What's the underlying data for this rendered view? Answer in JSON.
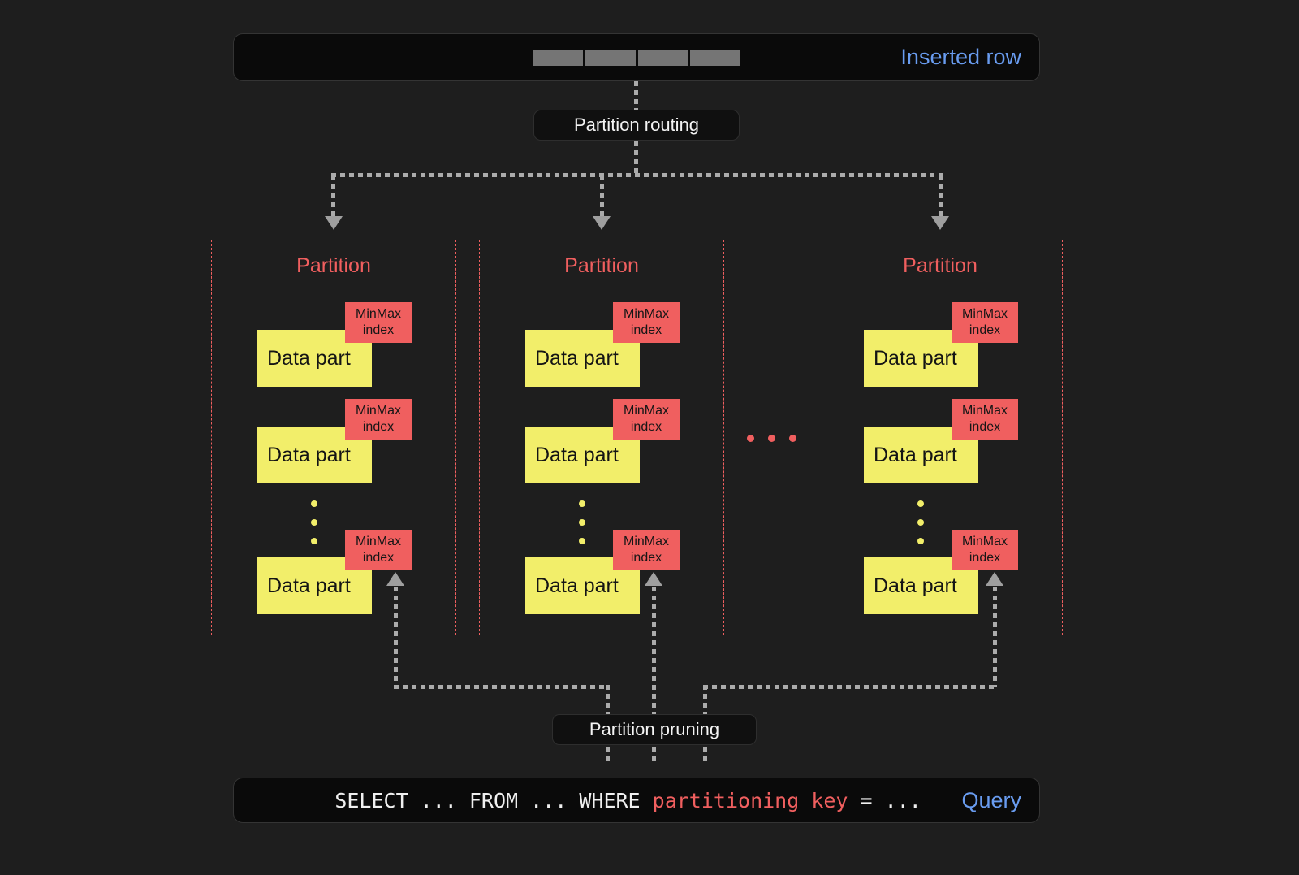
{
  "colors": {
    "background": "#1e1e1e",
    "panel": "#0a0a0a",
    "pill": "#101010",
    "blue": "#699cf0",
    "red": "#f05f5f",
    "yellow": "#f2ee6a",
    "dots": "#ababab",
    "arrow": "#9f9f9f",
    "segment": "#757575"
  },
  "inserted_row_bar": {
    "label": "Inserted row",
    "segment_count": 4
  },
  "partition_routing": {
    "label": "Partition routing"
  },
  "partition_pruning": {
    "label": "Partition pruning"
  },
  "partitions": [
    {
      "title": "Partition"
    },
    {
      "title": "Partition"
    },
    {
      "title": "Partition"
    }
  ],
  "data_part": {
    "label": "Data part"
  },
  "minmax": {
    "line1": "MinMax",
    "line2": "index"
  },
  "query_bar": {
    "text_before": "SELECT ... FROM ... WHERE ",
    "keyword": "partitioning_key",
    "text_after": " = ...",
    "label": "Query"
  }
}
